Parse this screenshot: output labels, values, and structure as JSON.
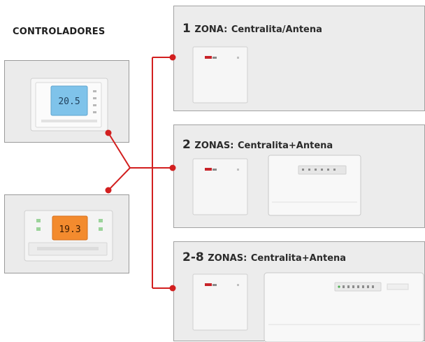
{
  "heading": "CONTROLADORES",
  "controllers": [
    {
      "icon": "thermostat-blue-display-icon",
      "display": "20.5",
      "screen_color": "#7fc3ea"
    },
    {
      "icon": "thermostat-orange-display-icon",
      "display": "19.3",
      "screen_color": "#f38b2e"
    }
  ],
  "zones": [
    {
      "num": "1",
      "label": "ZONA:",
      "desc": "Centralita/Antena",
      "devices": [
        "antenna-receiver-icon"
      ]
    },
    {
      "num": "2",
      "label": "ZONAS:",
      "desc": "Centralita+Antena",
      "devices": [
        "antenna-receiver-icon",
        "control-unit-small-icon"
      ]
    },
    {
      "num": "2-8",
      "label": "ZONAS:",
      "desc": "Centralita+Antena",
      "devices": [
        "antenna-receiver-icon",
        "control-unit-large-icon"
      ]
    }
  ],
  "colors": {
    "wire": "#d21f1f",
    "panel": "#ececec",
    "panel_border": "#a2a2a2",
    "device": "#f6f6f6"
  }
}
